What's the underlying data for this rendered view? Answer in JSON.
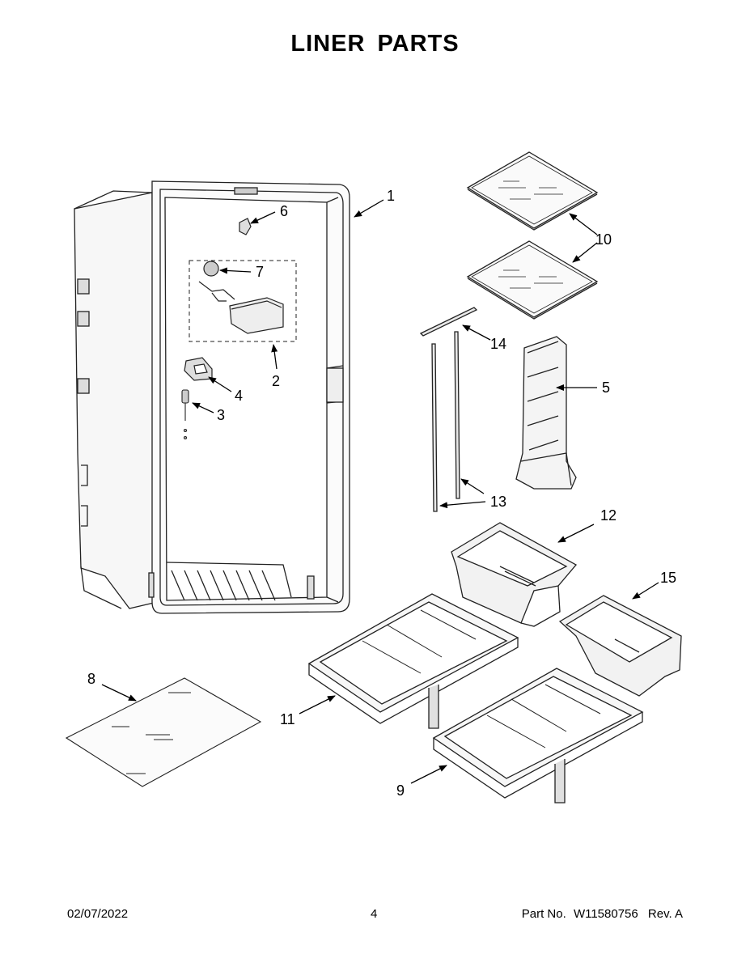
{
  "title": "LINER PARTS",
  "callouts": [
    "1",
    "2",
    "3",
    "4",
    "5",
    "6",
    "7",
    "8",
    "9",
    "10",
    "11",
    "12",
    "13",
    "14",
    "15"
  ],
  "footer": {
    "date": "02/07/2022",
    "page": "4",
    "part_label": "Part No.",
    "part_number": "W11580756",
    "revision": "Rev. A"
  }
}
